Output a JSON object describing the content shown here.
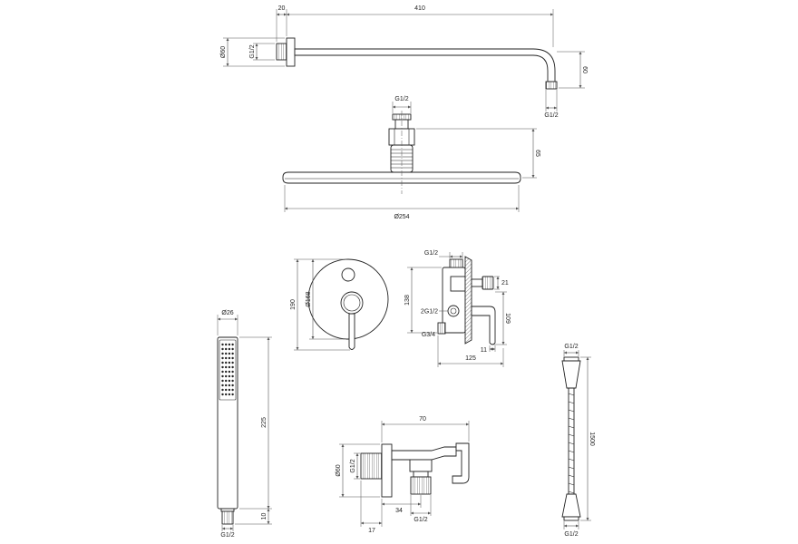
{
  "colors": {
    "background": "#ffffff",
    "outline": "#222222",
    "dimension": "#555555"
  },
  "shower_arm": {
    "offset_dim": "20",
    "length_dim": "410",
    "flange_dim": "Ø60",
    "inlet_thread_dim": "G1/2",
    "drop_dim": "60",
    "outlet_thread_dim": "G1/2"
  },
  "shower_head": {
    "thread_dim": "G1/2",
    "height_dim": "65",
    "diameter_dim": "Ø254"
  },
  "mixer_front": {
    "height_dim": "190",
    "plate_dim": "Ø168"
  },
  "mixer_side": {
    "top_thread_dim": "G1/2",
    "body_height_dim": "138",
    "knob_dim": "21",
    "outlets_dim": "2G1/2",
    "depth_dim": "109",
    "inlet_dim": "G3/4",
    "lever_dim": "11",
    "width_dim": "125"
  },
  "hand_shower": {
    "diameter_dim": "Ø26",
    "length_dim": "225",
    "connector_dim": "10",
    "thread_dim": "G1/2"
  },
  "wall_outlet": {
    "length_dim": "70",
    "flange_dim": "Ø60",
    "thread_dim": "G1/2",
    "outlet_offset_dim": "34",
    "nipple_dim": "17",
    "outlet_thread_dim": "G1/2"
  },
  "hose": {
    "top_thread_dim": "G1/2",
    "length_dim": "1500",
    "bottom_thread_dim": "G1/2"
  }
}
